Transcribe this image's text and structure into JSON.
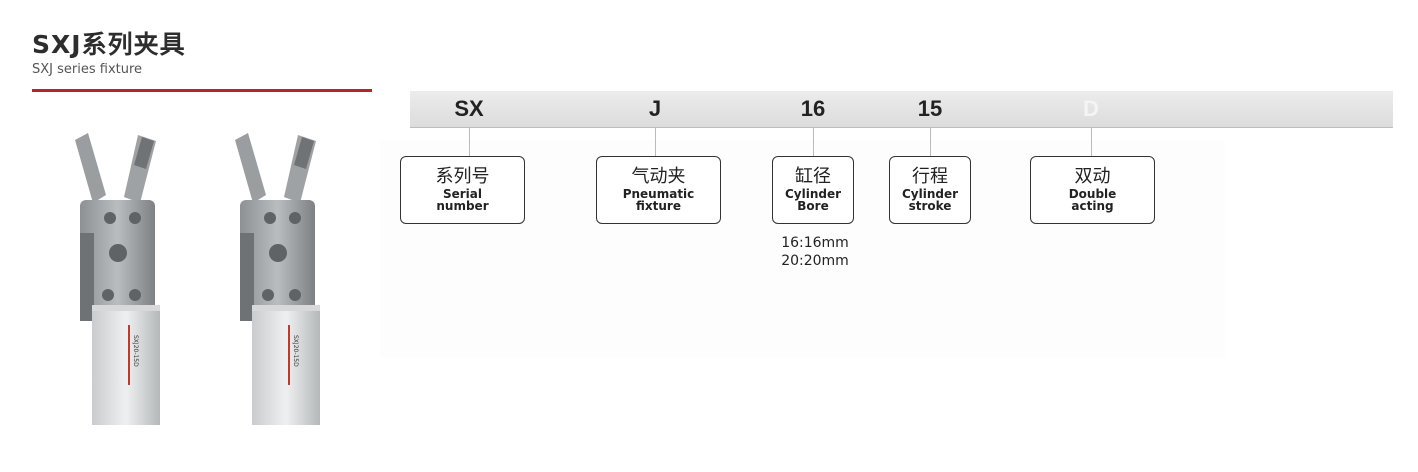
{
  "header": {
    "title": "SXJ系列夹具",
    "subtitle": "SXJ series fixture"
  },
  "colors": {
    "accent_rule": "#b3262b",
    "code_bar": "#e3e3e3",
    "box_border": "#333333"
  },
  "product_images": [
    {
      "label": "SXJ20-15D"
    },
    {
      "label": "SXJ20-15D"
    }
  ],
  "model_code": {
    "segments": [
      {
        "code": "SX",
        "zh": "系列号",
        "en_1": "Serial",
        "en_2": "number"
      },
      {
        "code": "J",
        "zh": "气动夹",
        "en_1": "Pneumatic",
        "en_2": "fixture"
      },
      {
        "code": "16",
        "zh": "缸径",
        "en_1": "Cylinder",
        "en_2": "Bore"
      },
      {
        "code": "15",
        "zh": "行程",
        "en_1": "Cylinder",
        "en_2": "stroke"
      },
      {
        "code": "D",
        "zh": "双动",
        "en_1": "Double",
        "en_2": "acting"
      }
    ],
    "bore_options": [
      "16:16mm",
      "20:20mm"
    ]
  }
}
